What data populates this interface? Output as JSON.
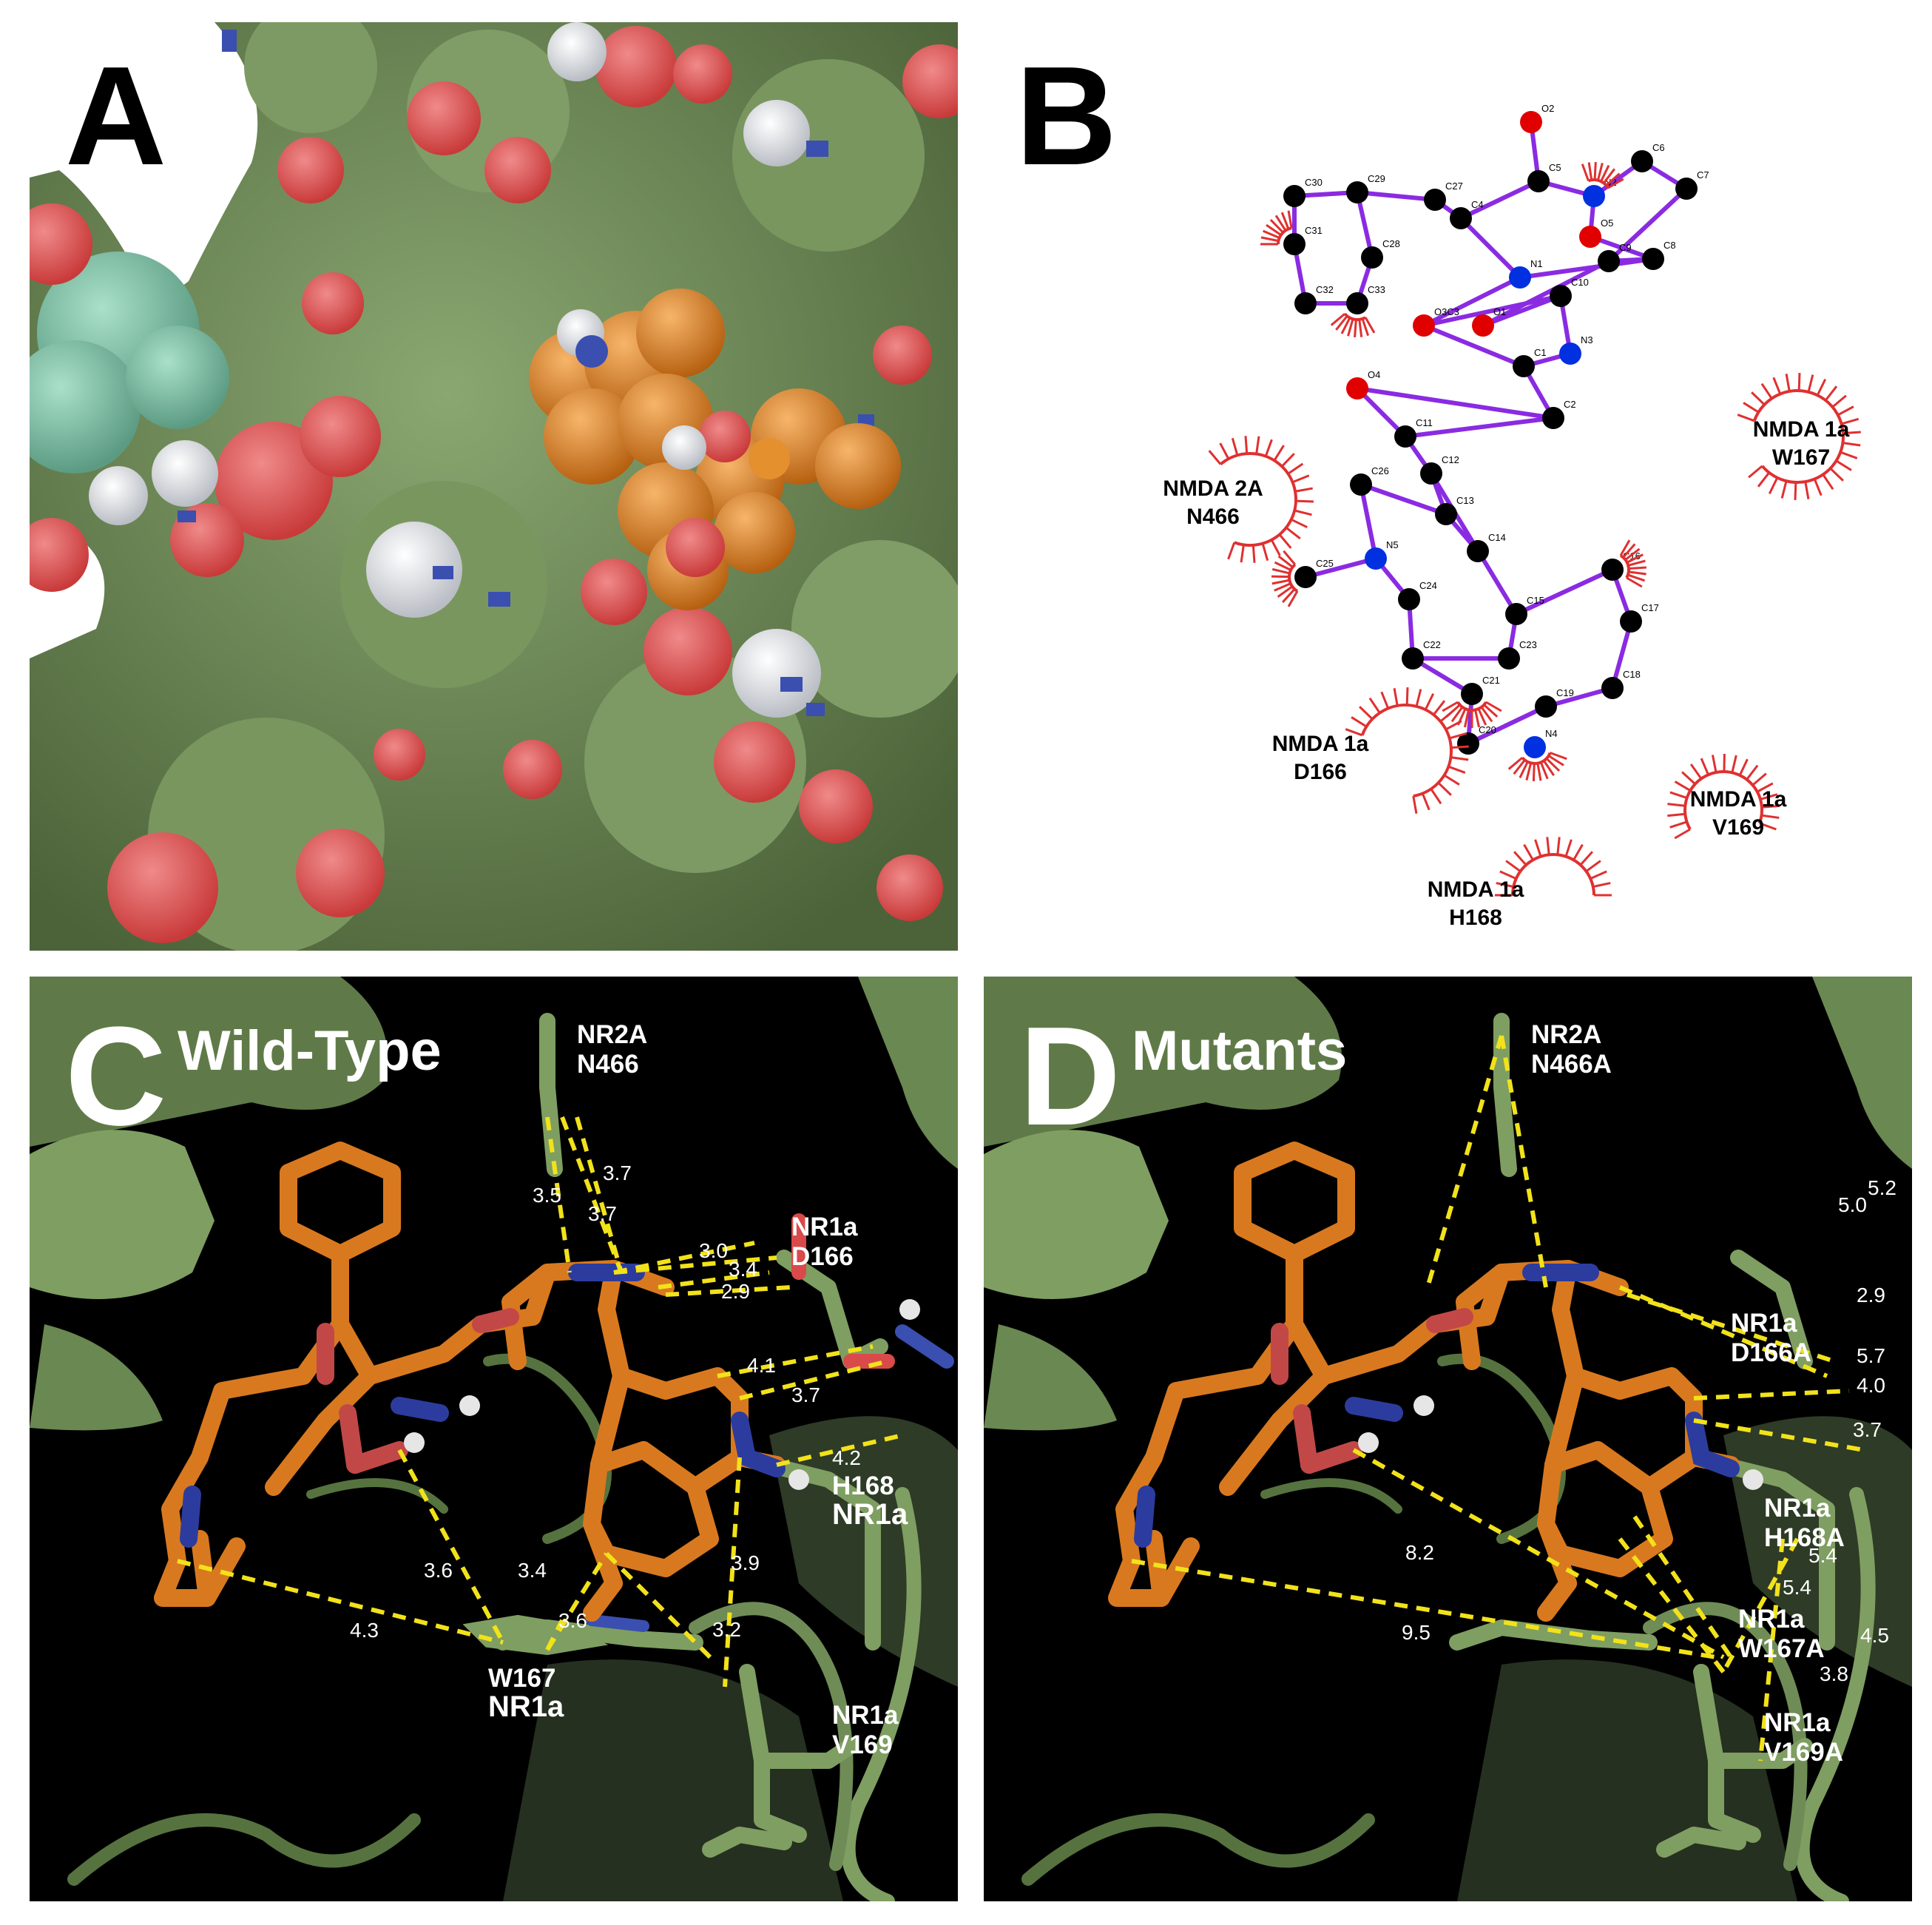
{
  "panels": {
    "a": {
      "letter": "A"
    },
    "b": {
      "letter": "B",
      "atoms": [
        "O2",
        "C5",
        "C6",
        "C7",
        "C30",
        "C29",
        "C27",
        "N2",
        "O5",
        "C31",
        "C28",
        "C4",
        "N1",
        "C9",
        "C8",
        "C32",
        "C33",
        "O3C3",
        "C10",
        "O1",
        "N3",
        "C1",
        "C2",
        "O4",
        "C11",
        "C12",
        "C26",
        "C13",
        "N5",
        "C14",
        "C25",
        "C16",
        "C17",
        "C15",
        "C24",
        "C23",
        "C22",
        "C18",
        "C21",
        "C19",
        "C20",
        "N4"
      ],
      "residues": [
        {
          "line1": "NMDA 1a",
          "line2": "W167"
        },
        {
          "line1": "NMDA 2A",
          "line2": "N466"
        },
        {
          "line1": "NMDA 1a",
          "line2": "D166"
        },
        {
          "line1": "NMDA 1a",
          "line2": "V169"
        },
        {
          "line1": "NMDA 1a",
          "line2": "H168"
        }
      ]
    },
    "c": {
      "letter": "C",
      "title": "Wild-Type",
      "residues": [
        {
          "line1": "NR2A",
          "line2": "N466"
        },
        {
          "line1": "NR1a",
          "line2": "D166"
        },
        {
          "line1": "H168",
          "line2": "NR1a"
        },
        {
          "line1": "W167",
          "line2": "NR1a"
        },
        {
          "line1": "NR1a",
          "line2": "V169"
        }
      ],
      "distances": [
        "3.7",
        "3.5",
        "3.7",
        "3.0",
        "3.4",
        "2.9",
        "4.1",
        "3.7",
        "4.2",
        "3.6",
        "3.4",
        "3.9",
        "3.6",
        "3.2",
        "4.3"
      ]
    },
    "d": {
      "letter": "D",
      "title": "Mutants",
      "residues": [
        {
          "line1": "NR2A",
          "line2": "N466A"
        },
        {
          "line1": "NR1a",
          "line2": "D166A"
        },
        {
          "line1": "NR1a",
          "line2": "H168A"
        },
        {
          "line1": "NR1a",
          "line2": "W167A"
        },
        {
          "line1": "NR1a",
          "line2": "V169A"
        }
      ],
      "distances": [
        "5.0",
        "5.2",
        "2.9",
        "5.7",
        "4.0",
        "3.7",
        "8.2",
        "5.4",
        "5.4",
        "9.5",
        "4.5",
        "3.8"
      ]
    }
  },
  "colors": {
    "surface_green": "#6f8a58",
    "oxygen_red": "#d94a4a",
    "nitrogen_blue": "#3a4fb0",
    "ligand_orange": "#d9791f",
    "bond_purple": "#8a2be2",
    "hydrophobic_red": "#e03030",
    "distance_yellow": "#f2e21a",
    "cartoon_green": "#7f9e62"
  }
}
